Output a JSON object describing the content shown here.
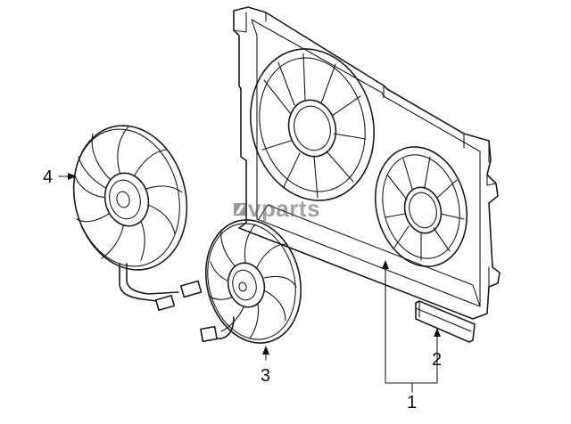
{
  "diagram": {
    "callouts": [
      {
        "id": "1",
        "label": "1"
      },
      {
        "id": "2",
        "label": "2"
      },
      {
        "id": "3",
        "label": "3"
      },
      {
        "id": "4",
        "label": "4"
      }
    ],
    "watermark": "vparts"
  }
}
